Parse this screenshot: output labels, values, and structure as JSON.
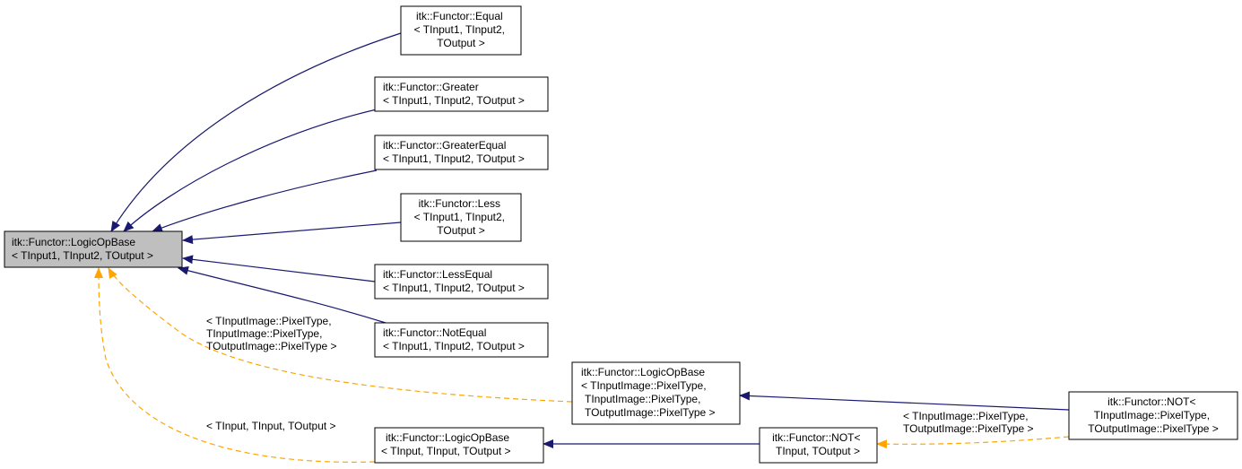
{
  "colors": {
    "solid_edge": "#191970",
    "dashed_edge": "#ffa500",
    "highlight_node": "#bfbfbf",
    "node_fill": "#ffffff"
  },
  "nodes": {
    "base": {
      "lines": [
        "itk::Functor::LogicOpBase",
        "< TInput1, TInput2, TOutput >"
      ],
      "highlight": true
    },
    "equal": {
      "lines": [
        "itk::Functor::Equal",
        "< TInput1, TInput2,",
        "TOutput >"
      ]
    },
    "greater": {
      "lines": [
        "itk::Functor::Greater",
        "< TInput1, TInput2, TOutput >"
      ]
    },
    "greaterequal": {
      "lines": [
        "itk::Functor::GreaterEqual",
        "< TInput1, TInput2, TOutput >"
      ]
    },
    "less": {
      "lines": [
        "itk::Functor::Less",
        "< TInput1, TInput2,",
        "TOutput >"
      ]
    },
    "lessequal": {
      "lines": [
        "itk::Functor::LessEqual",
        "< TInput1, TInput2, TOutput >"
      ]
    },
    "notequal": {
      "lines": [
        "itk::Functor::NotEqual",
        "< TInput1, TInput2, TOutput >"
      ]
    },
    "base_pixel": {
      "lines": [
        "itk::Functor::LogicOpBase",
        "< TInputImage::PixelType,",
        "TInputImage::PixelType,",
        "TOutputImage::PixelType >"
      ]
    },
    "base_tinput": {
      "lines": [
        "itk::Functor::LogicOpBase",
        "< TInput, TInput, TOutput >"
      ]
    },
    "not_tinput": {
      "lines": [
        "itk::Functor::NOT<",
        "TInput, TOutput >"
      ]
    },
    "not_pixel": {
      "lines": [
        "itk::Functor::NOT<",
        "TInputImage::PixelType,",
        "TOutputImage::PixelType >"
      ]
    }
  },
  "edge_labels": {
    "base_pixel": [
      "< TInputImage::PixelType,",
      "TInputImage::PixelType,",
      "TOutputImage::PixelType >"
    ],
    "base_tinput": [
      "< TInput, TInput, TOutput >"
    ],
    "not_tinput": [
      "< TInputImage::PixelType,",
      "TOutputImage::PixelType >"
    ]
  }
}
